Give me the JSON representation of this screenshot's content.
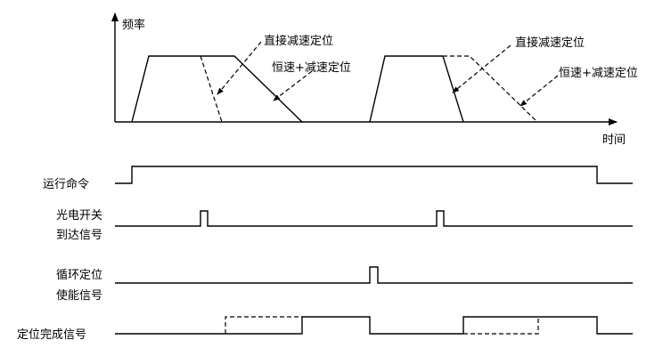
{
  "axes": {
    "y_label": "频率",
    "x_label": "时间"
  },
  "annotations": {
    "direct_decel_1": "直接减速定位",
    "const_decel_1": "恒速+减速定位",
    "direct_decel_2": "直接减速定位",
    "const_decel_2": "恒速+减速定位"
  },
  "signals": {
    "run_command": "运行命令",
    "photo_switch_line1": "光电开关",
    "photo_switch_line2": "到达信号",
    "cycle_enable_line1": "循环定位",
    "cycle_enable_line2": "使能信号",
    "position_complete": "定位完成信号"
  }
}
